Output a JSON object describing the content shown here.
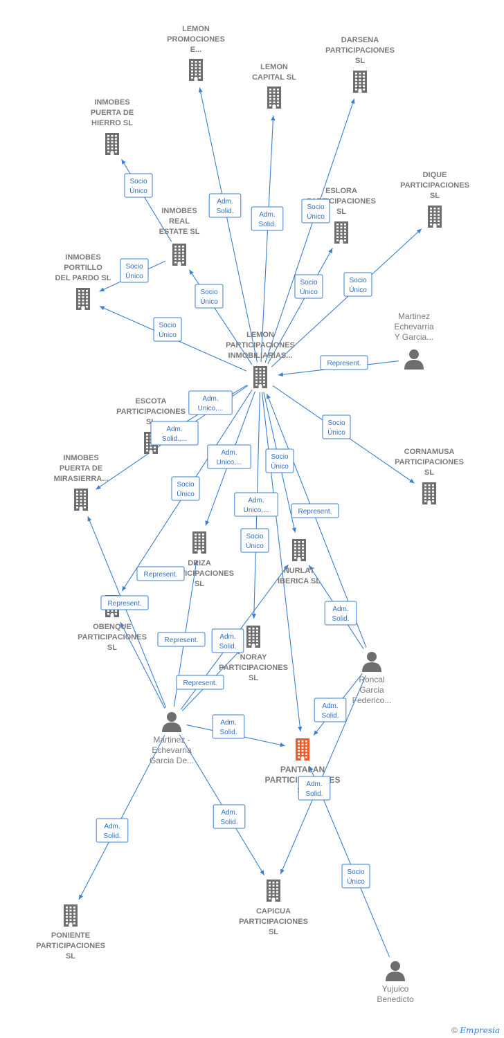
{
  "colors": {
    "edge": "#3a7fd4",
    "node": "#6e6e6e",
    "highlight": "#f05a28",
    "label": "#7a7a7a"
  },
  "nodes": [
    {
      "id": "lemon_promo",
      "type": "company",
      "label": [
        "LEMON",
        "PROMOCIONES",
        "E..."
      ]
    },
    {
      "id": "lemon_capital",
      "type": "company",
      "label": [
        "LEMON",
        "CAPITAL SL"
      ]
    },
    {
      "id": "darsena",
      "type": "company",
      "label": [
        "DARSENA",
        "PARTICIPACIONES",
        "SL"
      ]
    },
    {
      "id": "inmobes_hierro",
      "type": "company",
      "label": [
        "INMOBES",
        "PUERTA DE",
        "HIERRO  SL"
      ]
    },
    {
      "id": "eslora",
      "type": "company",
      "label": [
        "ESLORA",
        "PARTICIPACIONES",
        "SL"
      ]
    },
    {
      "id": "dique",
      "type": "company",
      "label": [
        "DIQUE",
        "PARTICIPACIONES",
        "SL"
      ]
    },
    {
      "id": "inmobes_real",
      "type": "company",
      "label": [
        "INMOBES",
        "REAL",
        "ESTATE  SL"
      ]
    },
    {
      "id": "inmobes_portillo",
      "type": "company",
      "label": [
        "INMOBES",
        "PORTILLO",
        "DEL PARDO  SL"
      ]
    },
    {
      "id": "martinez_top",
      "type": "person",
      "label": [
        "Martinez",
        "Echevarria",
        "Y Garcia..."
      ]
    },
    {
      "id": "lemon_part",
      "type": "company",
      "label": [
        "LEMON",
        "PARTICIPACIONES",
        "INMOBILIARIAS..."
      ]
    },
    {
      "id": "escota",
      "type": "company",
      "label": [
        "ESCOTA",
        "PARTICIPACIONES",
        "SL"
      ]
    },
    {
      "id": "inmobes_mira",
      "type": "company",
      "label": [
        "INMOBES",
        "PUERTA DE",
        "MIRASIERRA..."
      ]
    },
    {
      "id": "cornamusa",
      "type": "company",
      "label": [
        "CORNAMUSA",
        "PARTICIPACIONES",
        "SL"
      ]
    },
    {
      "id": "driza",
      "type": "company",
      "label": [
        "DRIZA",
        "PARTICIPACIONES",
        "SL"
      ]
    },
    {
      "id": "nurlat",
      "type": "company",
      "label": [
        "NURLAT",
        "IBERICA  SL"
      ]
    },
    {
      "id": "obenque",
      "type": "company",
      "label": [
        "OBENQUE",
        "PARTICIPACIONES",
        "SL"
      ]
    },
    {
      "id": "noray",
      "type": "company",
      "label": [
        "NORAY",
        "PARTICIPACIONES",
        "SL"
      ]
    },
    {
      "id": "roncal",
      "type": "person",
      "label": [
        "Roncal",
        "Garcia",
        "Federico..."
      ]
    },
    {
      "id": "martinez_mid",
      "type": "person",
      "label": [
        "Martinez -",
        "Echevarria",
        "Garcia De..."
      ]
    },
    {
      "id": "pantalan",
      "type": "company",
      "highlight": true,
      "label": [
        "PANTALAN",
        "PARTICIPACIONES",
        "SL"
      ]
    },
    {
      "id": "capicua",
      "type": "company",
      "label": [
        "CAPICUA",
        "PARTICIPACIONES",
        "SL"
      ]
    },
    {
      "id": "poniente",
      "type": "company",
      "label": [
        "PONIENTE",
        "PARTICIPACIONES",
        "SL"
      ]
    },
    {
      "id": "yujuico",
      "type": "person",
      "label": [
        "Yujuico",
        "Benedicto"
      ]
    }
  ],
  "edges": [
    {
      "from": "lemon_part",
      "to": "lemon_promo",
      "label": [
        "Adm.",
        "Solid."
      ]
    },
    {
      "from": "lemon_part",
      "to": "lemon_capital",
      "label": [
        "Adm.",
        "Solid."
      ]
    },
    {
      "from": "lemon_part",
      "to": "darsena",
      "label": [
        "Socio",
        "Único"
      ]
    },
    {
      "from": "inmobes_real",
      "to": "inmobes_hierro",
      "label": [
        "Socio",
        "Único"
      ]
    },
    {
      "from": "lemon_part",
      "to": "inmobes_real",
      "label": [
        "Socio",
        "Único"
      ]
    },
    {
      "from": "lemon_part",
      "to": "eslora",
      "label": [
        "Socio",
        "Único"
      ]
    },
    {
      "from": "lemon_part",
      "to": "dique",
      "label": [
        "Socio",
        "Único"
      ]
    },
    {
      "from": "inmobes_real",
      "to": "inmobes_portillo",
      "label": [
        "Socio",
        "Único"
      ]
    },
    {
      "from": "lemon_part",
      "to": "inmobes_portillo",
      "label": [
        "Socio",
        "Único"
      ]
    },
    {
      "from": "martinez_top",
      "to": "lemon_part",
      "label": [
        "Represent."
      ]
    },
    {
      "from": "lemon_part",
      "to": "escota",
      "label": [
        "Adm.",
        "Unico,..."
      ]
    },
    {
      "from": "lemon_part",
      "to": "inmobes_mira",
      "label": [
        "Adm.",
        "Solid.,..."
      ]
    },
    {
      "from": "lemon_part",
      "to": "cornamusa",
      "label": [
        "Socio",
        "Único"
      ]
    },
    {
      "from": "lemon_part",
      "to": "driza",
      "label": [
        "Adm.",
        "Unico,..."
      ]
    },
    {
      "from": "lemon_part",
      "to": "obenque",
      "label": [
        "Socio",
        "Único"
      ]
    },
    {
      "from": "lemon_part",
      "to": "noray",
      "label": [
        "Adm.",
        "Unico,..."
      ]
    },
    {
      "from": "lemon_part",
      "to": "nurlat",
      "label": [
        "Socio",
        "Único"
      ]
    },
    {
      "from": "roncal",
      "to": "lemon_part",
      "label": [
        "Represent."
      ]
    },
    {
      "from": "lemon_part",
      "to": "pantalan",
      "label": [
        "Socio",
        "Único"
      ]
    },
    {
      "from": "martinez_mid",
      "to": "obenque",
      "label": [
        "Represent."
      ]
    },
    {
      "from": "martinez_mid",
      "to": "driza",
      "label": [
        "Represent."
      ]
    },
    {
      "from": "martinez_mid",
      "to": "noray",
      "label": [
        "Adm.",
        "Solid."
      ]
    },
    {
      "from": "martinez_mid",
      "to": "nurlat",
      "label": [
        "Represent."
      ]
    },
    {
      "from": "martinez_mid",
      "to": "inmobes_mira",
      "label": [
        "Represent."
      ]
    },
    {
      "from": "roncal",
      "to": "nurlat",
      "label": [
        "Adm.",
        "Solid."
      ]
    },
    {
      "from": "roncal",
      "to": "pantalan",
      "label": [
        "Adm.",
        "Solid."
      ]
    },
    {
      "from": "martinez_mid",
      "to": "pantalan",
      "label": [
        "Adm.",
        "Solid."
      ]
    },
    {
      "from": "roncal",
      "to": "capicua",
      "label": [
        "Adm.",
        "Solid."
      ]
    },
    {
      "from": "martinez_mid",
      "to": "capicua",
      "label": [
        "Adm.",
        "Solid."
      ]
    },
    {
      "from": "martinez_mid",
      "to": "poniente",
      "label": [
        "Adm.",
        "Solid."
      ]
    },
    {
      "from": "yujuico",
      "to": "pantalan",
      "label": [
        "Socio",
        "Único"
      ]
    }
  ],
  "footer": {
    "copyright": "©",
    "brand": "Empresia"
  }
}
